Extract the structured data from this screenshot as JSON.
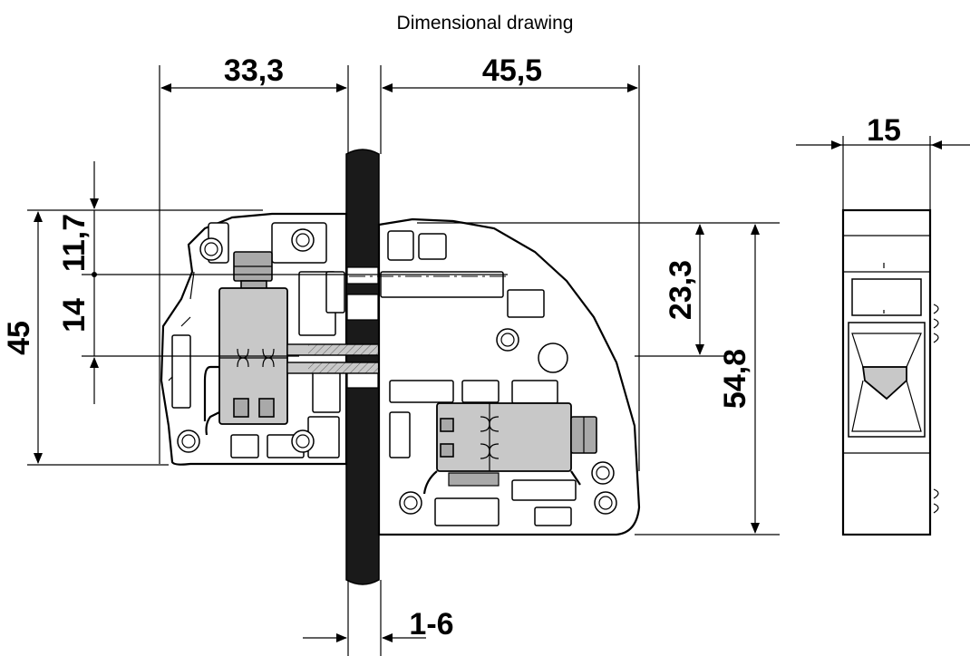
{
  "title": "Dimensional drawing",
  "dimensions": {
    "width_left": "33,3",
    "width_right": "45,5",
    "width_side": "15",
    "height_total_left": "45",
    "height_upper": "11,7",
    "height_mid": "14",
    "height_right_upper": "23,3",
    "height_right_total": "54,8",
    "panel_thickness": "1-6"
  },
  "colors": {
    "line": "#000000",
    "panel": "#1a1a1a",
    "component_grey": "#c8c8c8"
  }
}
